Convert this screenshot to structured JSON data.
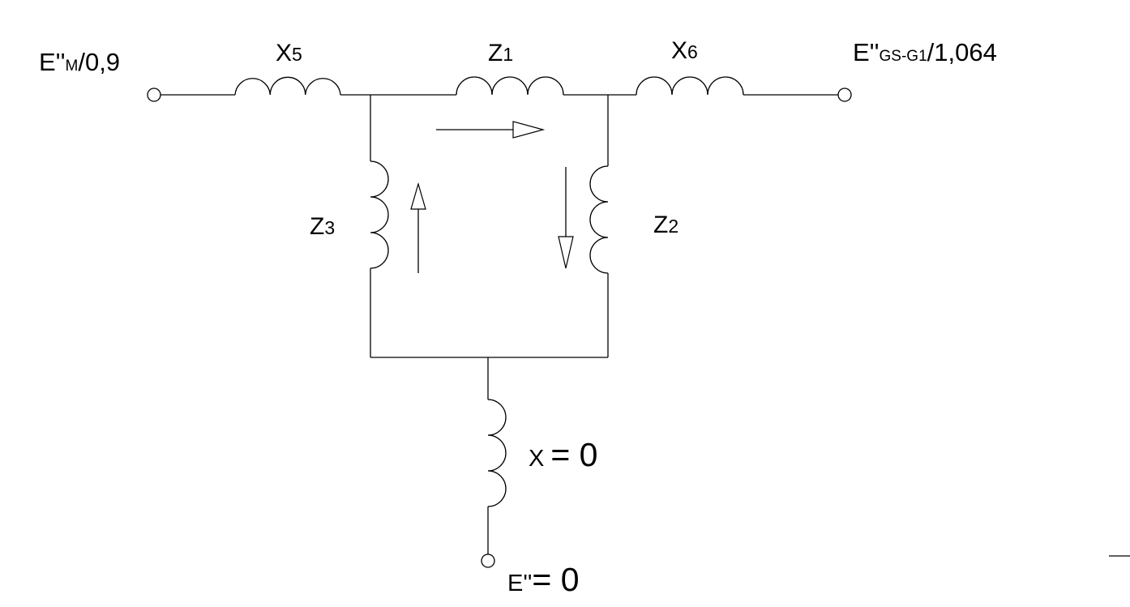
{
  "labels": {
    "left_source": {
      "main": "E''",
      "sub": "M",
      "tail": "/0,9"
    },
    "right_source": {
      "main": "E''",
      "sub": "GS-G1",
      "tail": "/1,064"
    },
    "x5": {
      "main": "X",
      "sub": "5"
    },
    "z1": {
      "main": "Z",
      "sub": "1"
    },
    "x6": {
      "main": "X",
      "sub": "6"
    },
    "z3": {
      "main": "Z",
      "sub": "3"
    },
    "z2": {
      "main": "Z",
      "sub": "2"
    },
    "x_ground": {
      "main": "X",
      "tail": "= 0"
    },
    "e_ground": {
      "main": "E''",
      "tail": "= 0"
    }
  }
}
